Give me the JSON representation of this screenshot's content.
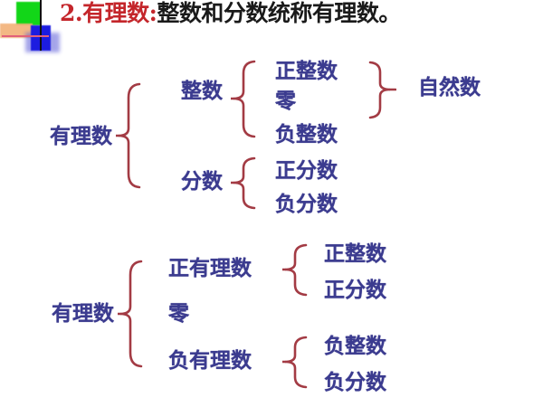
{
  "page": {
    "background_color": "#ffffff",
    "text_color": "#3b3b8f",
    "brace_color": "#a33b44",
    "title_accent_color": "#c4262b",
    "title_body_color": "#1a1a1a"
  },
  "logo": {
    "name": "decorative-logo",
    "green_color": "#12d618",
    "orange_color": "#f3b27a",
    "blue_color": "#1c1ce0",
    "vline_color": "#101010",
    "hline_color": "#e2607a"
  },
  "title": {
    "accent": "2.有理数:",
    "body": "整数和分数统称有理数。"
  },
  "diagram1": {
    "root": "有理数",
    "level2": [
      "整数",
      "分数"
    ],
    "level3_integers": [
      "正整数",
      "零",
      "负整数"
    ],
    "level3_fractions": [
      "正分数",
      "负分数"
    ],
    "natural_label": "自然数"
  },
  "diagram2": {
    "root": "有理数",
    "level2": [
      "正有理数",
      "零",
      "负有理数"
    ],
    "positive_children": [
      "正整数",
      "正分数"
    ],
    "negative_children": [
      "负整数",
      "负分数"
    ]
  }
}
